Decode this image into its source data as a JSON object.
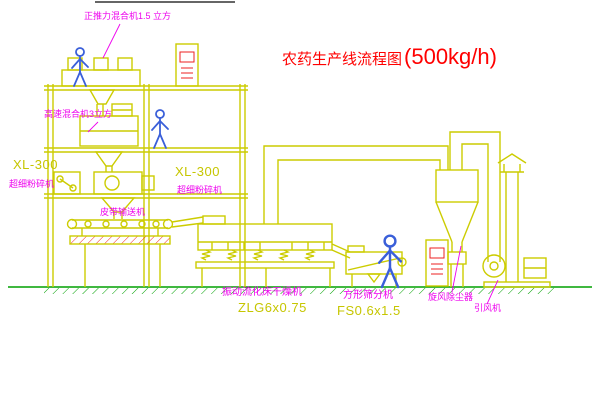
{
  "title": {
    "text": "农药生产线流程图",
    "capacity": "(500kg/h)"
  },
  "labels": {
    "top_mixer": "正推力混合机1.5 立方",
    "high_speed_mixer": "高速混合机3立方",
    "left_mill_model": "XL-300",
    "left_mill_name": "超细粉碎机",
    "center_mill_model": "XL-300",
    "center_mill_name": "超细粉碎机",
    "belt_conveyor": "皮带输送机",
    "dryer_name": "振动流化床干燥机",
    "dryer_model": "ZLG6x0.75",
    "sieve_name": "方形筛分机",
    "sieve_model": "FS0.6x1.5",
    "cyclone_name": "旋风除尘器",
    "fan_name": "引风机"
  },
  "colors": {
    "equipment_yellow": "#cccc00",
    "label_magenta": "#ee00ee",
    "title_red": "#ff0000",
    "ground_green": "#00a000",
    "figure_blue": "#3a5fd9",
    "hatch_red": "#ee2222"
  }
}
